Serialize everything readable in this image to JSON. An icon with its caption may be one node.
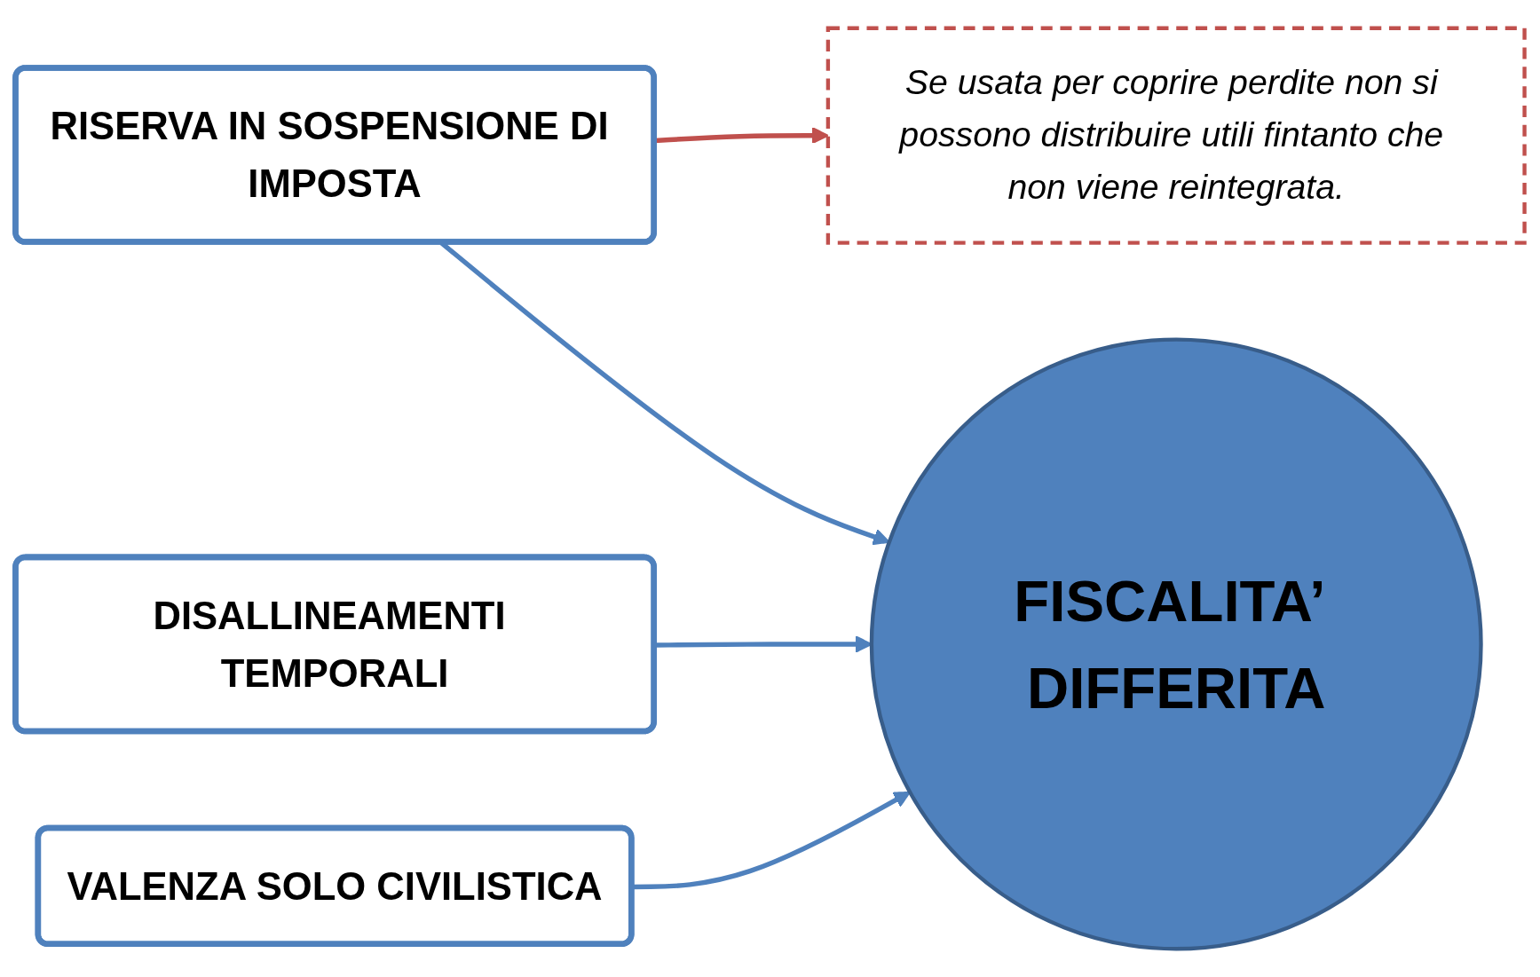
{
  "diagram": {
    "nodes": [
      {
        "text": [
          "RISERVA IN SOSPENSIONE DI IMPOSTA"
        ]
      },
      {
        "text": [
          "Se usata per coprire perdite non si possono distribuire utili fintanto che non viene reintegrata."
        ]
      },
      {
        "text": [
          "DISALLINEAMENTI TEMPORALI"
        ]
      },
      {
        "text": [
          "VALENZA SOLO CIVILISTICA"
        ]
      },
      {
        "text": [
          "FISCALITA’ DIFFERITA"
        ]
      }
    ],
    "edges": [
      {
        "from": 0,
        "to": 1,
        "arrow": "to",
        "color": "#c0504d"
      },
      {
        "from": 0,
        "to": 4,
        "arrow": "to"
      },
      {
        "from": 2,
        "to": 4,
        "arrow": "to"
      },
      {
        "from": 3,
        "to": 4,
        "arrow": "to"
      }
    ]
  }
}
